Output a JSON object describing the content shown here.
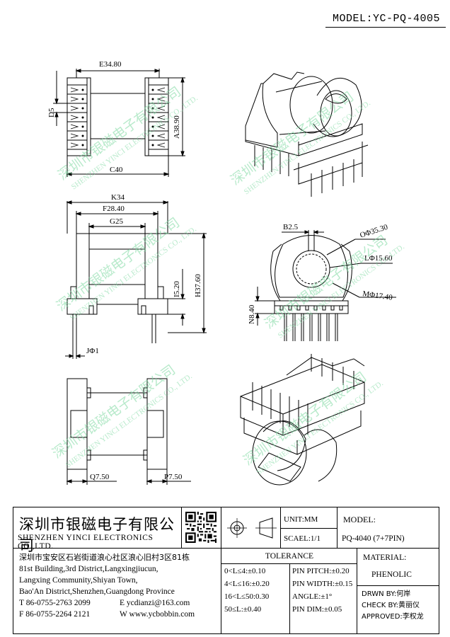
{
  "header": {
    "model": "MODEL:YC-PQ-4005"
  },
  "dimensions": {
    "e": "E34.80",
    "d": "D5",
    "a": "A38.90",
    "c": "C40",
    "k": "K34",
    "f": "F28.40",
    "g": "G25",
    "i": "I5.20",
    "h": "H37.60",
    "j": "JΦ1",
    "b": "B2.5",
    "o": "OΦ35.30",
    "l": "LΦ15.60",
    "m": "MΦ17.40",
    "n": "N8.40",
    "q": "Q7.50",
    "p": "P7.50"
  },
  "watermark": {
    "cn": "深圳市银磁电子有限公司",
    "en": "SHENZHEN YINCI ELECTRONICS CO., LTD."
  },
  "titleblock": {
    "company_cn": "深圳市银磁电子有限公司",
    "company_en": "SHENZHEN YINCI ELECTRONICS CO.,LTD.",
    "unit": "UNIT:MM",
    "scale": "SCAEL:1/1",
    "model_label": "MODEL:",
    "model_value": "PQ-4040 (7+7PIN)",
    "address_lines": [
      "深圳市宝安区石岩街道浪心社区浪心旧村3区81栋",
      "81st Building,3rd District,Langxingjiucun,",
      "Langxing Community,Shiyan Town,",
      "Bao'An District,Shenzhen,Guangdong Province"
    ],
    "tel": "T  86-0755-2763 2099",
    "email": "E  ycdianzi@163.com",
    "fax": "F  86-0755-2264 2121",
    "web": "W  www.ycbobbin.com",
    "tolerance_title": "TOLERANCE",
    "tolerance_left": [
      "0<L≤4:±0.10",
      "4<L≤16:±0.20",
      "16<L≤50:0.30",
      "50≤L:±0.40"
    ],
    "tolerance_right": [
      "PIN PITCH:±0.20",
      "PIN WIDTH:±0.15",
      "ANGLE:±1°",
      "PIN DIM:±0.05"
    ],
    "material_label": "MATERIAL:",
    "material_value": "PHENOLIC",
    "drawn_by": "DRWN BY:何岸",
    "check_by": "CHECK BY:黄丽仪",
    "approved": "APPROVED:李权龙"
  }
}
